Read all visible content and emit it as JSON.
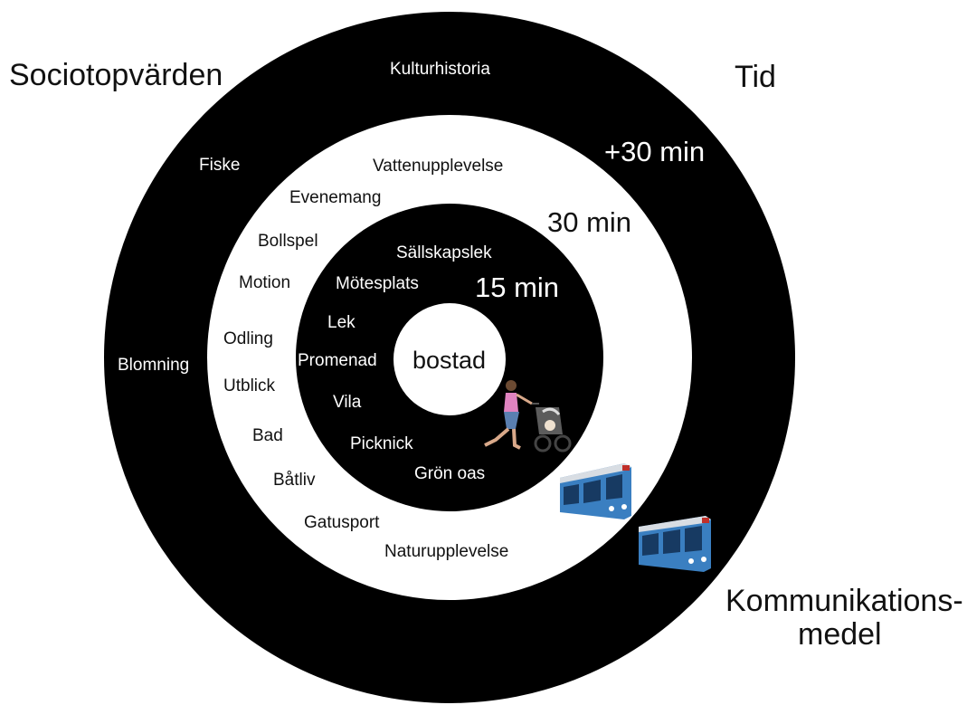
{
  "corners": {
    "top_left": "Sociotopvärden",
    "top_right": "Tid",
    "bottom_right_line1": "Kommunikations-",
    "bottom_right_line2": "medel"
  },
  "center": "bostad",
  "times": {
    "outer": "+30 min",
    "middle": "30 min",
    "inner": "15 min"
  },
  "outer_ring_values": [
    "Kulturhistoria",
    "Fiske",
    "Blomning"
  ],
  "middle_ring_values": [
    "Vattenupplevelse",
    "Evenemang",
    "Bollspel",
    "Motion",
    "Odling",
    "Utblick",
    "Bad",
    "Båtliv",
    "Gatusport",
    "Naturupplevelse"
  ],
  "inner_ring_values": [
    "Sällskapslek",
    "Mötesplats",
    "Lek",
    "Promenad",
    "Vila",
    "Picknick",
    "Grön oas"
  ],
  "colors": {
    "ring_dark": "#000000",
    "ring_light": "#ffffff",
    "tram_blue": "#3a7fc1"
  },
  "icons": [
    "pedestrian-with-stroller-icon",
    "tram-icon",
    "tram-icon"
  ]
}
